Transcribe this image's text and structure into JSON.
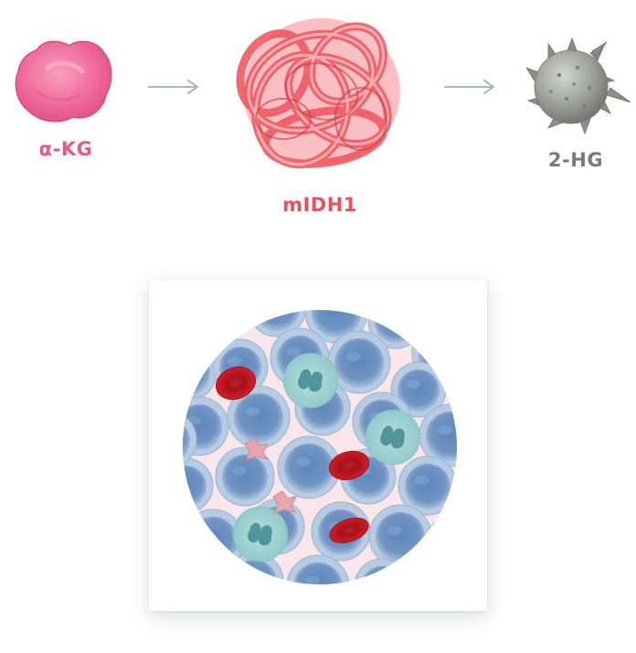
{
  "labels": {
    "substrate": "α-KG",
    "enzyme": "mIDH1",
    "product": "2-HG"
  },
  "colors": {
    "substrate": "#e85888",
    "enzyme": "#e8505a",
    "product": "#7a7a7a",
    "arrow": "#a9b9b8",
    "blast_cell": "#6f94c2",
    "red_cell": "#c91a28",
    "granulocyte": "#8cc8c8",
    "platelet": "#e6a6b0",
    "background_field": "#f9e6e8"
  }
}
